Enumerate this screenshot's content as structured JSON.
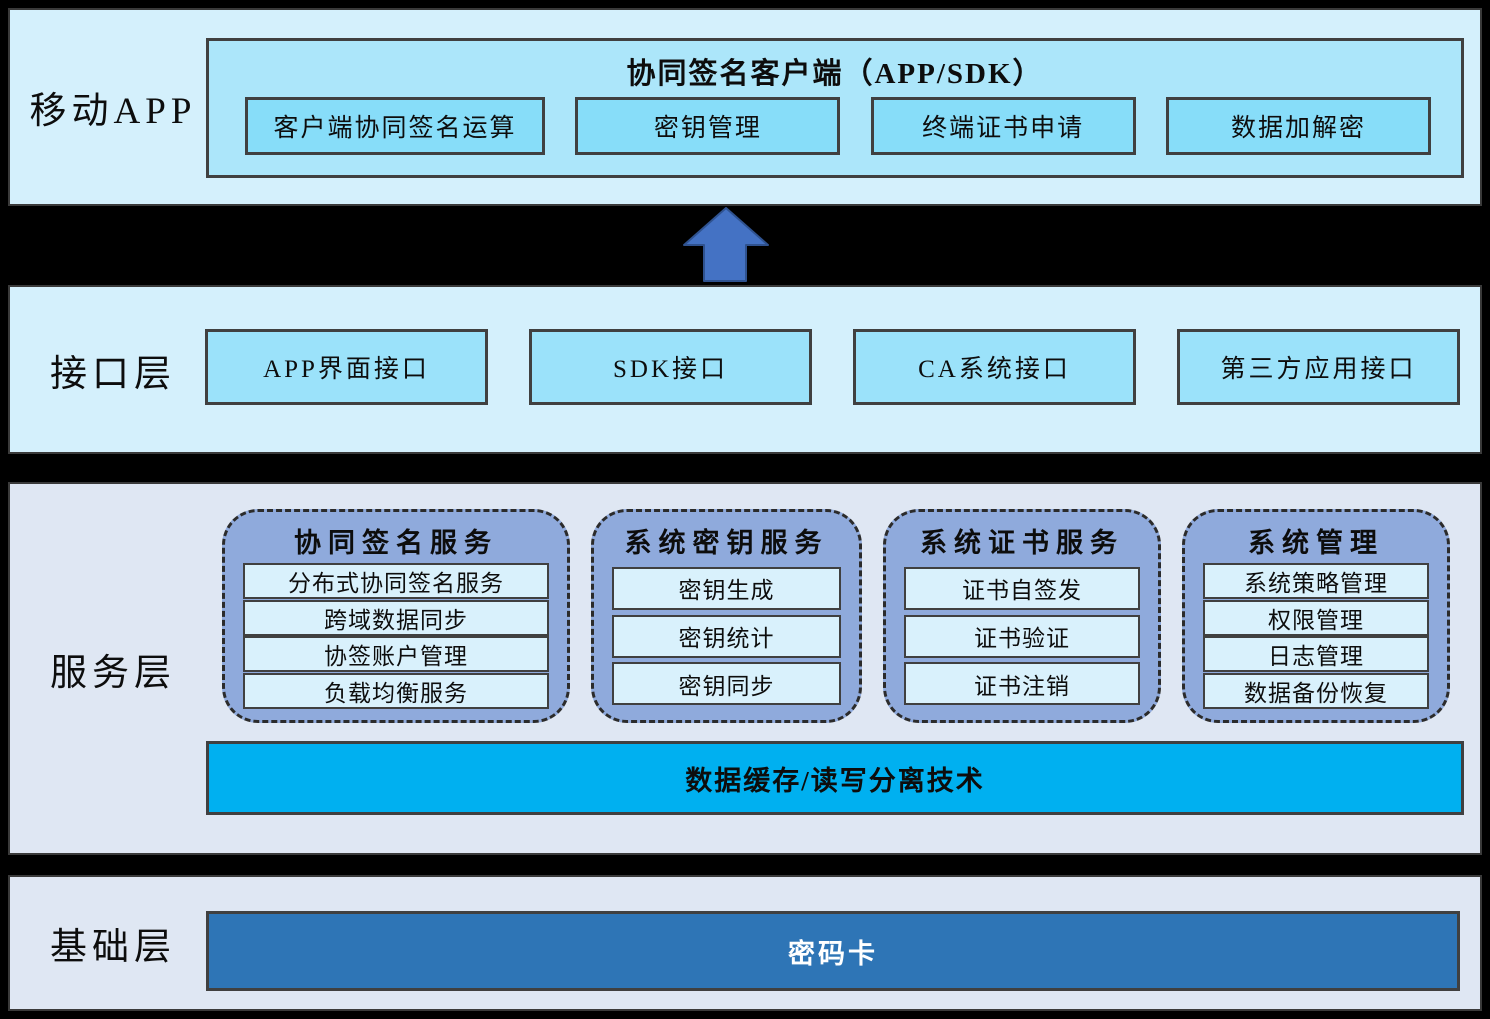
{
  "mobile_app_layer": {
    "label": "移动APP",
    "client": {
      "title": "协同签名客户端（APP/SDK）",
      "modules": [
        "客户端协同签名运算",
        "密钥管理",
        "终端证书申请",
        "数据加解密"
      ]
    }
  },
  "arrow": {
    "icon": "up-arrow",
    "direction": "up"
  },
  "interface_layer": {
    "label": "接口层",
    "boxes": [
      "APP界面接口",
      "SDK接口",
      "CA系统接口",
      "第三方应用接口"
    ]
  },
  "service_layer": {
    "label": "服务层",
    "groups": [
      {
        "title": "协同签名服务",
        "items": [
          "分布式协同签名服务",
          "跨域数据同步",
          "协签账户管理",
          "负载均衡服务"
        ]
      },
      {
        "title": "系统密钥服务",
        "items": [
          "密钥生成",
          "密钥统计",
          "密钥同步"
        ]
      },
      {
        "title": "系统证书服务",
        "items": [
          "证书自签发",
          "证书验证",
          "证书注销"
        ]
      },
      {
        "title": "系统管理",
        "items": [
          "系统策略管理",
          "权限管理",
          "日志管理",
          "数据备份恢复"
        ]
      }
    ],
    "banner": "数据缓存/读写分离技术"
  },
  "base_layer": {
    "label": "基础层",
    "banner": "密码卡"
  },
  "colors": {
    "background": "#000000",
    "layer_cyan": "#D4F0FC",
    "layer_gray_blue": "#DFE7F3",
    "client_box": "#ACE6FA",
    "module_box": "#87DDF9",
    "interface_box": "#9BE2FA",
    "group_fill": "#8FAADC",
    "item_fill": "#D9F1FC",
    "cache_banner": "#00B0F0",
    "base_banner": "#2E75B6",
    "arrow_fill": "#4472C4",
    "arrow_stroke": "#2F528F",
    "border_dark": "#404040"
  }
}
